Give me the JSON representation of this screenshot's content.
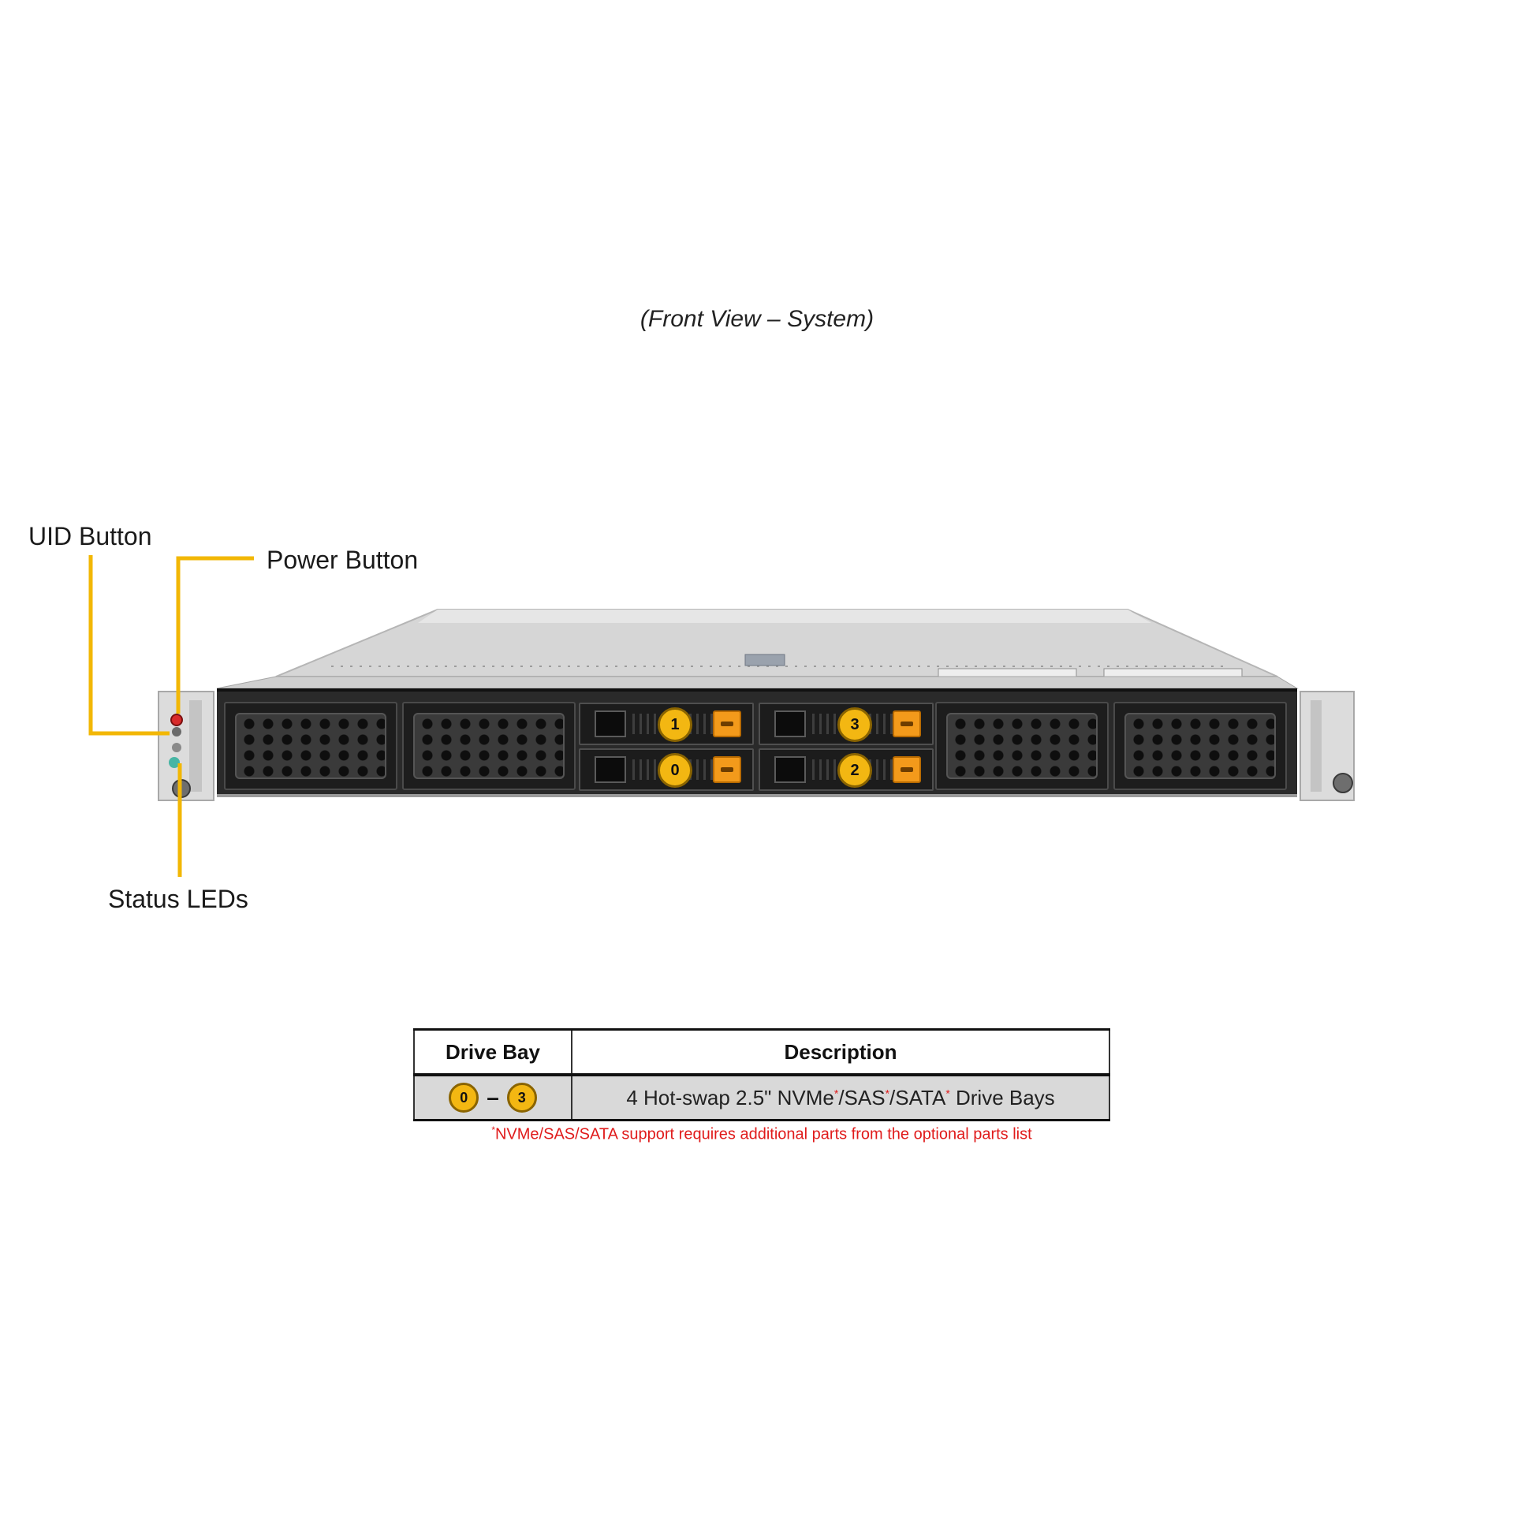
{
  "caption": "(Front View – System)",
  "callouts": {
    "uid_button": "UID Button",
    "power_button": "Power Button",
    "status_leds": "Status LEDs"
  },
  "drive_bays": {
    "top_row": [
      "1",
      "3"
    ],
    "bottom_row": [
      "0",
      "2"
    ]
  },
  "table": {
    "headers": [
      "Drive Bay",
      "Description"
    ],
    "row": {
      "range_start": "0",
      "range_separator": "–",
      "range_end": "3",
      "description_part1": "4 Hot-swap 2.5\" NVMe",
      "description_part2": "/SAS",
      "description_part3": "/SATA",
      "description_part4": " Drive Bays",
      "marker": "*"
    }
  },
  "footnote": {
    "marker": "*",
    "text": "NVMe/SAS/SATA support requires additional parts from the optional parts list"
  },
  "colors": {
    "callout_line": "#f2b705",
    "bay_badge": "#f3b712",
    "drive_latch": "#f39a1b",
    "footnote": "#e01b1b"
  }
}
